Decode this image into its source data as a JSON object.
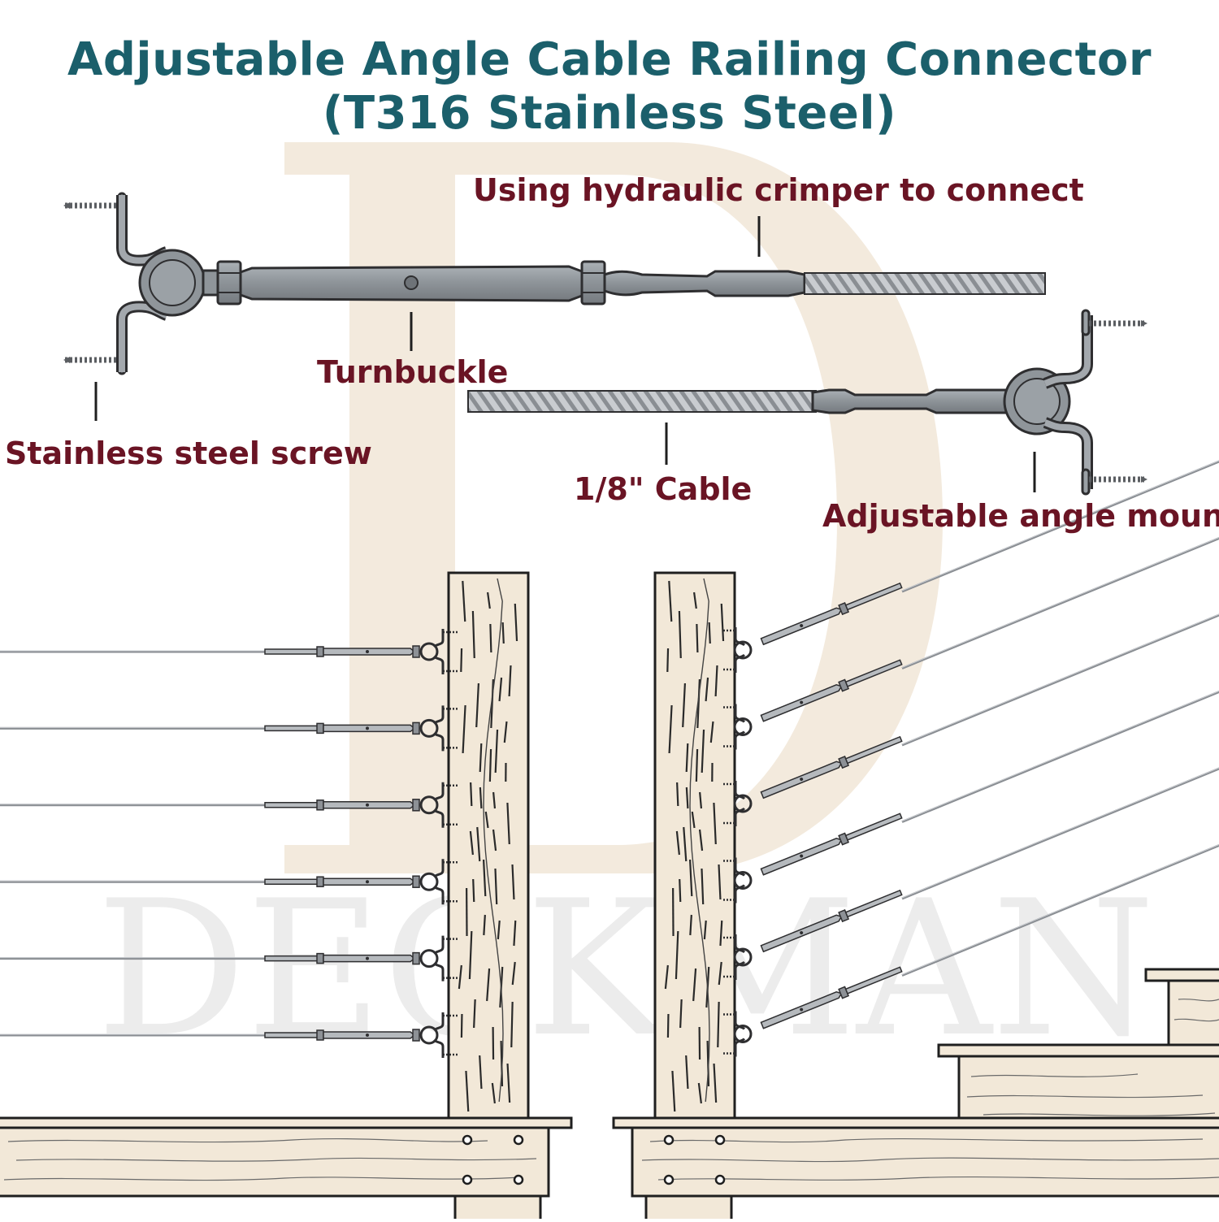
{
  "title": {
    "line1": "Adjustable Angle Cable Railing Connector",
    "line2": "(T316 Stainless Steel)"
  },
  "labels": {
    "crimper": "Using hydraulic crimper to connect",
    "turnbuckle": "Turnbuckle",
    "screw": "Stainless steel screw",
    "cable": "1/8\" Cable",
    "mount": "Adjustable angle mount"
  },
  "watermark": {
    "monogram": "D",
    "text": "DECKMAN"
  },
  "colors": {
    "title": "#1b5f6b",
    "label": "#6a1424",
    "hardware": "#8d9196",
    "hardware_outline": "#2e2e30",
    "cable": "#9a9ea3",
    "wood_fill": "#f2e8d8",
    "wood_outline": "#1f1f1f",
    "watermark": "#efe4d4"
  },
  "railing": {
    "left_cable_count": 6,
    "right_cable_count": 6
  }
}
